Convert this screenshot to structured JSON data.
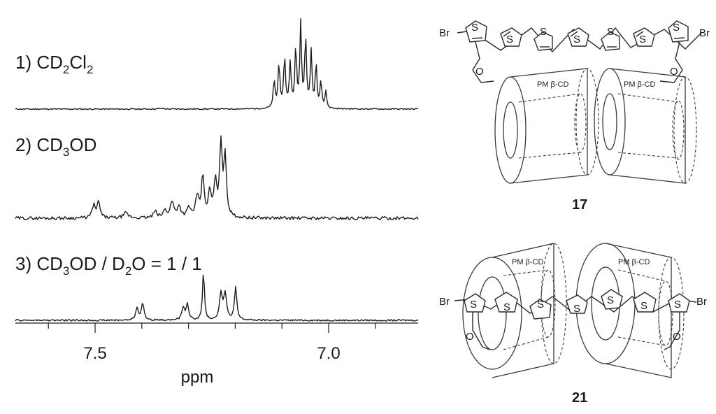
{
  "spectra": {
    "labels": [
      {
        "prefix": "1) CD",
        "sub1": "2",
        "mid": "Cl",
        "sub2": "2",
        "tail": ""
      },
      {
        "prefix": "2) CD",
        "sub1": "3",
        "mid": "OD",
        "sub2": "",
        "tail": ""
      },
      {
        "prefix": "3) CD",
        "sub1": "3",
        "mid": "OD / D",
        "sub2": "2",
        "tail": "O = 1 / 1"
      }
    ],
    "x_tick_labels": [
      "7.5",
      "7.0"
    ],
    "x_axis_label": "ppm"
  },
  "structures": {
    "compound_a": "17",
    "compound_b": "21",
    "host_label": "PM β-CD",
    "atoms": {
      "bromine": "Br",
      "sulfur": "S",
      "oxygen": "O"
    }
  }
}
